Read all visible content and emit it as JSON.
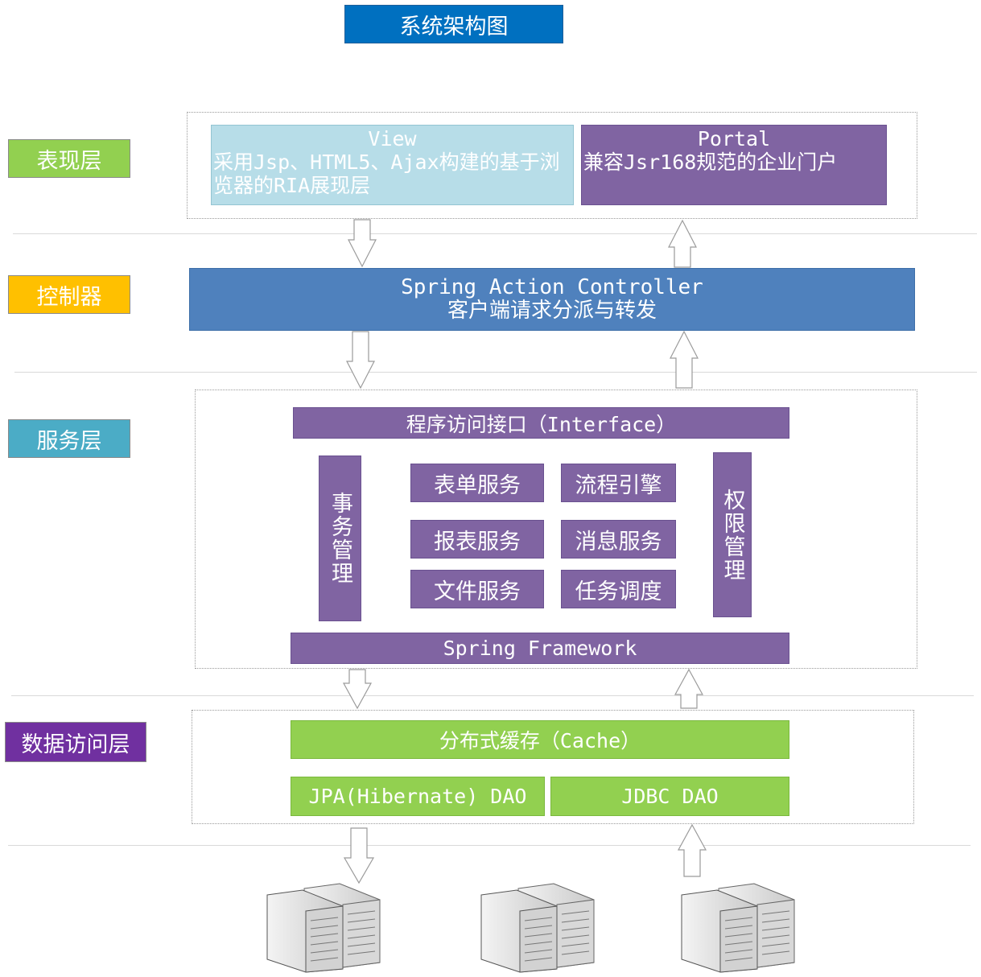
{
  "title": "系统架构图",
  "layers": {
    "presentation": "表现层",
    "controller": "控制器",
    "service": "服务层",
    "data_access": "数据访问层"
  },
  "presentation": {
    "view_title": "View",
    "view_desc": "采用Jsp、HTML5、Ajax构建的基于浏览器的RIA展现层",
    "portal_title": "Portal",
    "portal_desc": "兼容Jsr168规范的企业门户"
  },
  "controller": {
    "line1": "Spring Action Controller",
    "line2": "客户端请求分派与转发"
  },
  "service": {
    "interface": "程序访问接口（Interface）",
    "transaction": "事务管理",
    "permission": "权限管理",
    "form_service": "表单服务",
    "workflow": "流程引擎",
    "report_service": "报表服务",
    "message_service": "消息服务",
    "file_service": "文件服务",
    "task_scheduling": "任务调度",
    "framework": "Spring Framework"
  },
  "data_access": {
    "cache": "分布式缓存（Cache）",
    "jpa_dao": "JPA(Hibernate) DAO",
    "jdbc_dao": "JDBC DAO"
  },
  "colors": {
    "title_bg": "#0070c0",
    "presentation_label": "#92d050",
    "controller_label": "#ffc000",
    "service_label": "#4bacc6",
    "data_label": "#7030a0",
    "view_bg": "#b7dde8",
    "portal_bg": "#8064a2",
    "controller_bg": "#4f81bd",
    "service_box": "#8064a2",
    "data_box": "#92d050"
  },
  "icons": [
    "server-icon",
    "server-icon",
    "server-icon"
  ]
}
